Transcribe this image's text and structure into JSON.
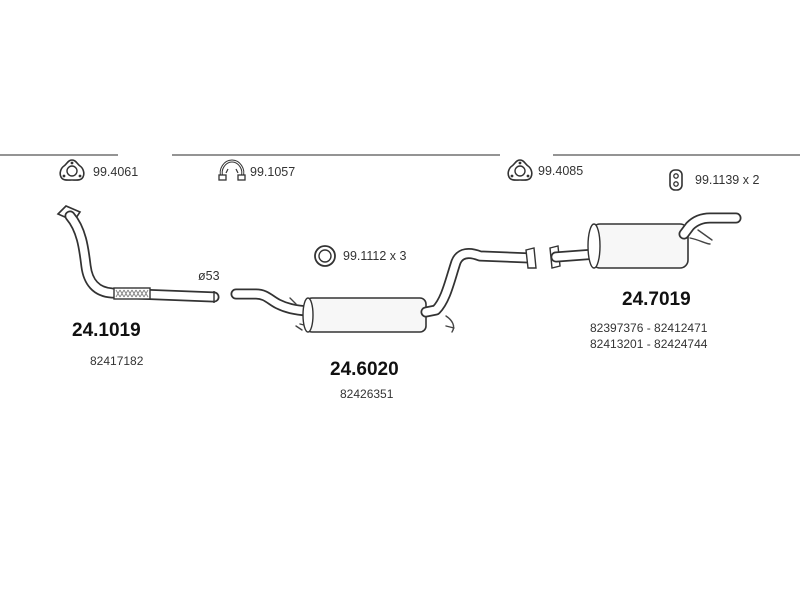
{
  "accessories": {
    "gasket_top_left": "99.4061",
    "clamp": "99.1057",
    "gasket_top_right": "99.4085",
    "rubber_mount": "99.1139 x 2",
    "ring": "99.1112 x 3"
  },
  "diameter_label": "ø53",
  "parts": [
    {
      "number": "24.1019",
      "oe": [
        "82417182"
      ]
    },
    {
      "number": "24.6020",
      "oe": [
        "82426351"
      ]
    },
    {
      "number": "24.7019",
      "oe": [
        "82397376 - 82412471",
        "82413201 - 82424744"
      ]
    }
  ],
  "colors": {
    "line": "#333333",
    "divider": "#555555",
    "flexi_pattern": "#888888"
  }
}
